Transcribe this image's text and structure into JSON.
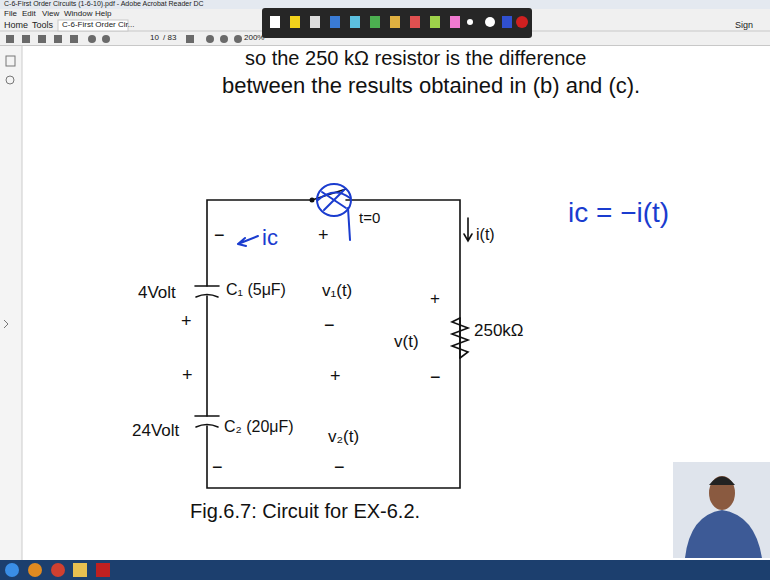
{
  "diagram": {
    "caption": "Fig.6.7: Circuit for EX-6.2.",
    "labels": [
      "C-6-First Order Circuits (1-6-10).pdf - Adobe Acrobat Reader DC",
      "File",
      "Edit",
      "View",
      "Window",
      "Help",
      "Home",
      "Tools",
      "C-6-First Order Cir...",
      "Sign",
      "10",
      "/ 83",
      "200%",
      "so the 250 kΩ resistor is the difference",
      "between the results obtained in (b) and (c).",
      "−",
      "+",
      "t=0",
      "i(t)",
      "4Volt",
      "C₁ (5μF)",
      "v₁(t)",
      "+",
      "v(t)",
      "250kΩ",
      "−",
      "+",
      "−",
      "+",
      "+",
      "24Volt",
      "C₂ (20μF)",
      "v₂(t)",
      "−",
      "−",
      "ic",
      "ic = −i(t)"
    ]
  }
}
